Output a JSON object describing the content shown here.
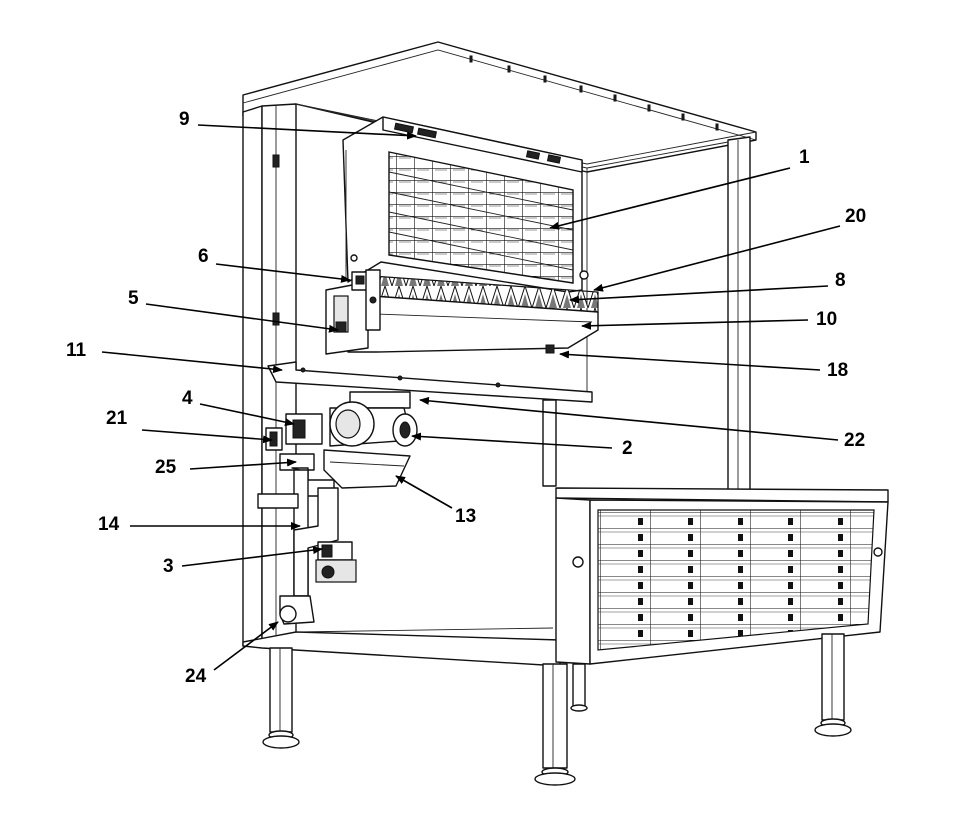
{
  "callouts": [
    {
      "id": "1",
      "label": "1"
    },
    {
      "id": "2",
      "label": "2"
    },
    {
      "id": "3",
      "label": "3"
    },
    {
      "id": "4",
      "label": "4"
    },
    {
      "id": "5",
      "label": "5"
    },
    {
      "id": "6",
      "label": "6"
    },
    {
      "id": "8",
      "label": "8"
    },
    {
      "id": "9",
      "label": "9"
    },
    {
      "id": "10",
      "label": "10"
    },
    {
      "id": "11",
      "label": "11"
    },
    {
      "id": "13",
      "label": "13"
    },
    {
      "id": "14",
      "label": "14"
    },
    {
      "id": "18",
      "label": "18"
    },
    {
      "id": "20",
      "label": "20"
    },
    {
      "id": "21",
      "label": "21"
    },
    {
      "id": "22",
      "label": "22"
    },
    {
      "id": "24",
      "label": "24"
    },
    {
      "id": "25",
      "label": "25"
    }
  ]
}
